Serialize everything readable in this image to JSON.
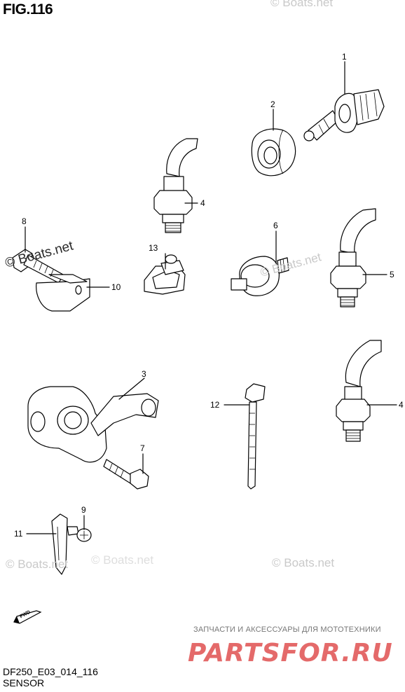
{
  "figure_title": "FIG.116",
  "callouts": [
    "1",
    "2",
    "3",
    "4",
    "4",
    "5",
    "6",
    "7",
    "8",
    "9",
    "10",
    "11",
    "12",
    "13"
  ],
  "watermarks": [
    "© Boats.net",
    "© Boats.net",
    "© Boats.net",
    "© Boats.net",
    "© Boats.net",
    "© Boats.net"
  ],
  "footer": {
    "code": "DF250_E03_014_116",
    "section": "SENSOR"
  },
  "branding": {
    "tagline": "ЗАПЧАСТИ И АКСЕССУАРЫ ДЛЯ МОТОТЕХНИКИ",
    "logo": "PARTSFOR.RU"
  },
  "fwd_label": "FWD",
  "colors": {
    "line": "#000000",
    "watermark": "#c9c9c9",
    "brand": "#e46a6a"
  }
}
